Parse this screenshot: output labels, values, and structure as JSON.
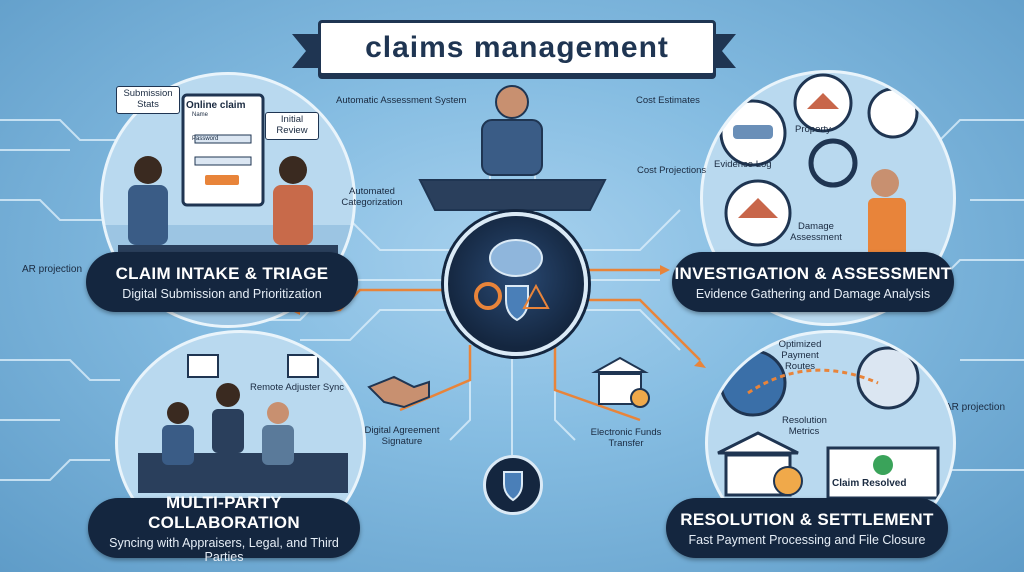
{
  "title": "Claims Management",
  "side_labels": {
    "left": "AR projection",
    "right": "AR projection"
  },
  "sections": {
    "intake": {
      "title": "CLAIM INTAKE & TRIAGE",
      "subtitle": "Digital Submission and Prioritization",
      "submission_stats": "Submission Stats",
      "online_claim": "Online claim",
      "name_field": "Name",
      "password_field": "Password",
      "initial_review": "Initial Review"
    },
    "investigation": {
      "title": "INVESTIGATION & ASSESSMENT",
      "subtitle": "Evidence Gathering and Damage Analysis",
      "evidence_log": "Evidence Log",
      "property": "Property",
      "damage_assessment": "Damage Assessment"
    },
    "collaboration": {
      "title": "MULTI-PARTY COLLABORATION",
      "subtitle": "Syncing with Appraisers, Legal, and Third Parties",
      "remote_sync": "Remote Adjuster Sync"
    },
    "resolution": {
      "title": "RESOLUTION & SETTLEMENT",
      "subtitle": "Fast Payment Processing and File Closure",
      "optimized_routes": "Optimized Payment Routes",
      "resolution_metrics": "Resolution Metrics",
      "claim_resolved": "Claim Resolved"
    }
  },
  "center": {
    "automatic_assessment": "Automatic Assessment System",
    "automated_categorization": "Automated Categorization",
    "cost_estimates": "Cost Estimates",
    "cost_projections": "Cost Projections",
    "digital_agreement": "Digital Agreement Signature",
    "electronic_funds": "Electronic Funds Transfer"
  },
  "colors": {
    "navy": "#14263f",
    "accent_orange": "#e8843a",
    "light_blue": "#a7d1ee"
  }
}
